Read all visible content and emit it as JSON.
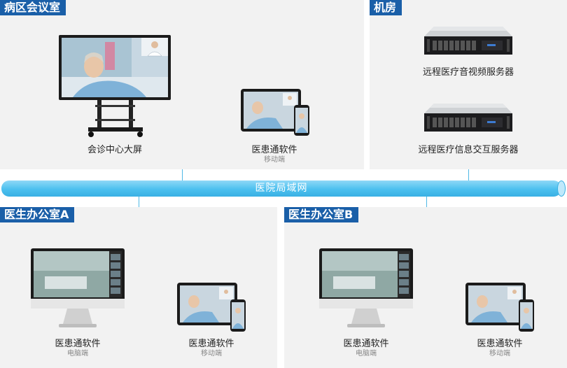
{
  "rooms": {
    "ward": {
      "title": "病区会议室"
    },
    "machine_room": {
      "title": "机房"
    },
    "office_a": {
      "title": "医生办公室A"
    },
    "office_b": {
      "title": "医生办公室B"
    }
  },
  "network": {
    "label": "医院局域网"
  },
  "devices": {
    "ward_screen": {
      "name": "会诊中心大屏"
    },
    "ward_mobile": {
      "name": "医患通软件",
      "sub": "移动端"
    },
    "av_server": {
      "name": "远程医疗音视频服务器"
    },
    "info_server": {
      "name": "远程医疗信息交互服务器"
    },
    "a_pc": {
      "name": "医患通软件",
      "sub": "电脑端"
    },
    "a_mobile": {
      "name": "医患通软件",
      "sub": "移动端"
    },
    "b_pc": {
      "name": "医患通软件",
      "sub": "电脑端"
    },
    "b_mobile": {
      "name": "医患通软件",
      "sub": "移动端"
    }
  },
  "colors": {
    "tag_bg": "#1a5fa8",
    "network": "#4cc0ef",
    "panel": "#f2f2f2"
  }
}
